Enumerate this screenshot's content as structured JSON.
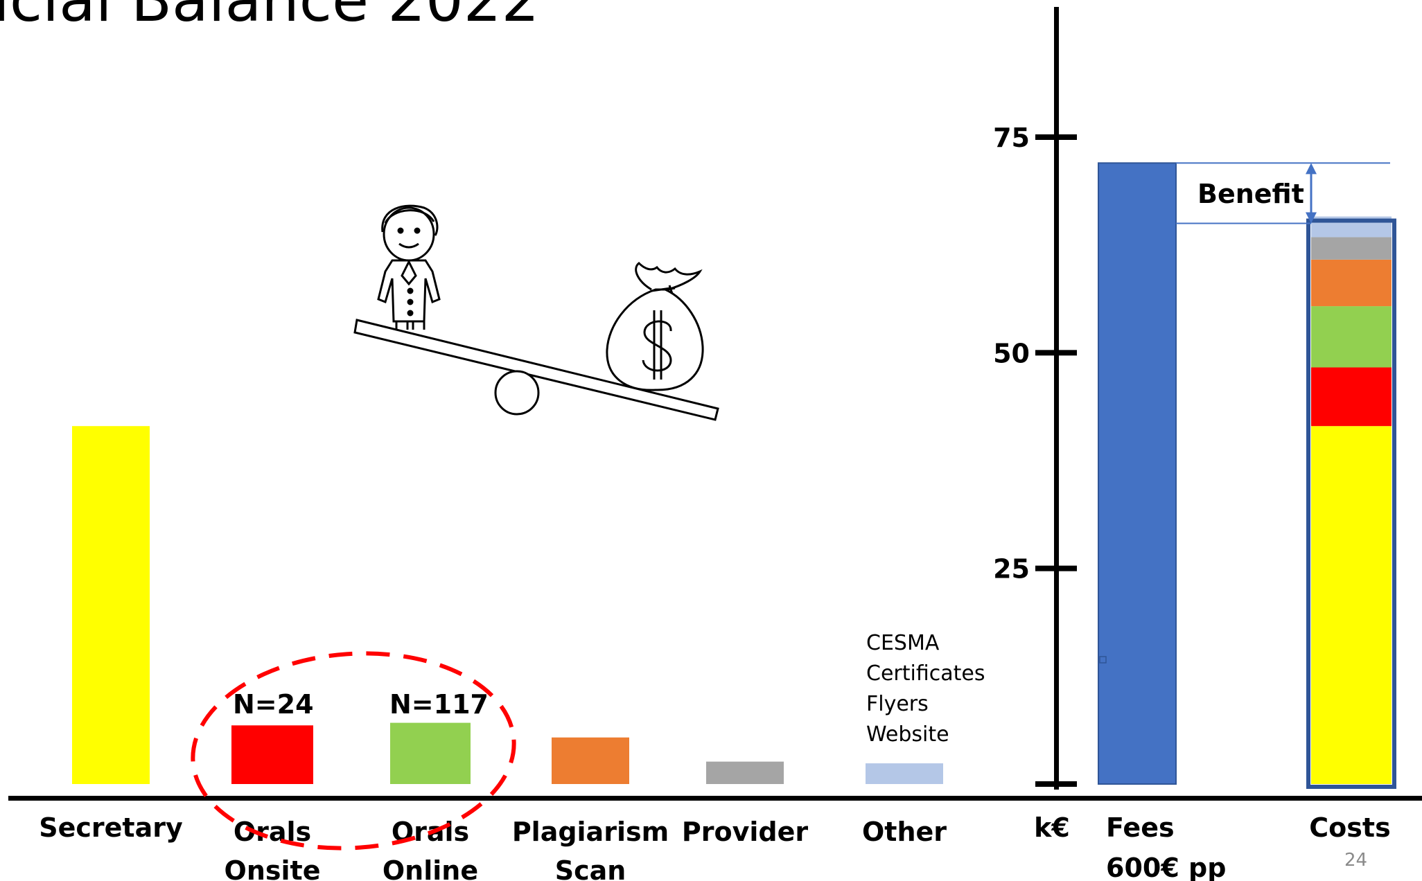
{
  "slide": {
    "title": "icial Balance 2022",
    "page_number": "24"
  },
  "chart_data": [
    {
      "type": "bar",
      "categories": [
        "Secretary",
        "Orals Onsite",
        "Orals Online",
        "Plagiarism Scan",
        "Provider",
        "Other"
      ],
      "category_lines": [
        [
          "Secretary"
        ],
        [
          "Orals",
          "Onsite"
        ],
        [
          "Orals",
          "Online"
        ],
        [
          "Plagiarism",
          "Scan"
        ],
        [
          "Provider"
        ],
        [
          "Other"
        ]
      ],
      "values": [
        41.5,
        6.8,
        7.1,
        5.4,
        2.6,
        2.4
      ],
      "colors": [
        "#ffff00",
        "#ff0000",
        "#92d050",
        "#ed7d31",
        "#a5a5a5",
        "#b4c7e7"
      ],
      "annotations": {
        "orals_onsite": "N=24",
        "orals_online": "N=117",
        "other_notes": [
          "CESMA",
          "Certificates",
          "Flyers",
          "Website"
        ]
      }
    },
    {
      "type": "bar",
      "stacked": true,
      "ylabel": "k€",
      "ylim": [
        0,
        90
      ],
      "yticks": [
        25,
        50,
        75
      ],
      "categories": [
        "Fees",
        "Costs"
      ],
      "category_lines": [
        [
          "Fees",
          "600€ pp"
        ],
        [
          "Costs"
        ]
      ],
      "fees": {
        "value": 72,
        "color": "#4472c4"
      },
      "costs": {
        "total": 65,
        "border_color": "#2f5597",
        "segments": [
          {
            "name": "Secretary",
            "value": 41.5,
            "color": "#ffff00"
          },
          {
            "name": "Orals Onsite",
            "value": 6.8,
            "color": "#ff0000"
          },
          {
            "name": "Orals Online",
            "value": 7.1,
            "color": "#92d050"
          },
          {
            "name": "Plagiarism Scan",
            "value": 5.4,
            "color": "#ed7d31"
          },
          {
            "name": "Provider",
            "value": 2.6,
            "color": "#a5a5a5"
          },
          {
            "name": "Other",
            "value": 2.4,
            "color": "#b4c7e7"
          }
        ]
      },
      "benefit_label": "Benefit",
      "benefit_value": 7
    }
  ]
}
